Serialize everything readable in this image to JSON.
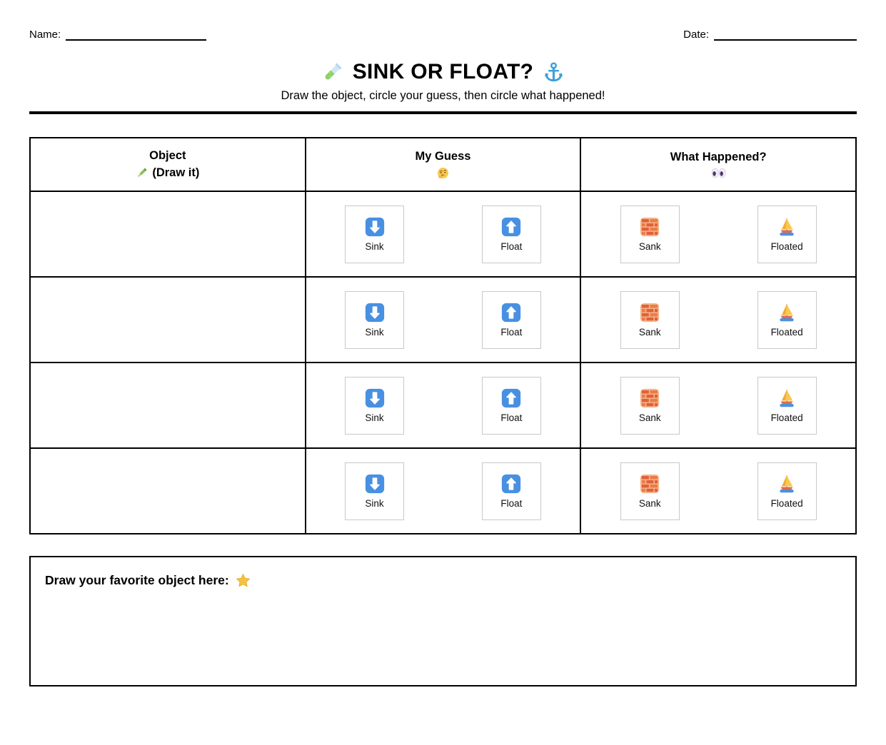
{
  "header": {
    "name_label": "Name:",
    "date_label": "Date:"
  },
  "title": {
    "text": "SINK OR FLOAT?",
    "subtitle": "Draw the object, circle your guess, then circle what happened!",
    "left_icon": "test-tube",
    "right_icon": "anchor"
  },
  "table": {
    "columns": [
      {
        "title": "Object",
        "subtitle": "(Draw it)",
        "icon": "pencil"
      },
      {
        "title": "My Guess",
        "icon": "thinking-face"
      },
      {
        "title": "What Happened?",
        "icon": "eyes"
      }
    ],
    "rows": [
      {
        "guess": {
          "sink": "Sink",
          "float": "Float"
        },
        "happened": {
          "sank": "Sank",
          "floated": "Floated"
        }
      },
      {
        "guess": {
          "sink": "Sink",
          "float": "Float"
        },
        "happened": {
          "sank": "Sank",
          "floated": "Floated"
        }
      },
      {
        "guess": {
          "sink": "Sink",
          "float": "Float"
        },
        "happened": {
          "sank": "Sank",
          "floated": "Floated"
        }
      },
      {
        "guess": {
          "sink": "Sink",
          "float": "Float"
        },
        "happened": {
          "sank": "Sank",
          "floated": "Floated"
        }
      }
    ],
    "option_icons": {
      "sink": "down-arrow",
      "float": "up-arrow",
      "sank": "brick",
      "floated": "sailboat"
    }
  },
  "footer": {
    "label": "Draw your favorite object here:",
    "icon": "star"
  },
  "colors": {
    "arrow_blue": "#4890e2",
    "anchor_blue": "#3da0d8",
    "brick_orange": "#e2603b",
    "star_gold": "#f4c23f",
    "box_border_gray": "#c9c9c9"
  }
}
